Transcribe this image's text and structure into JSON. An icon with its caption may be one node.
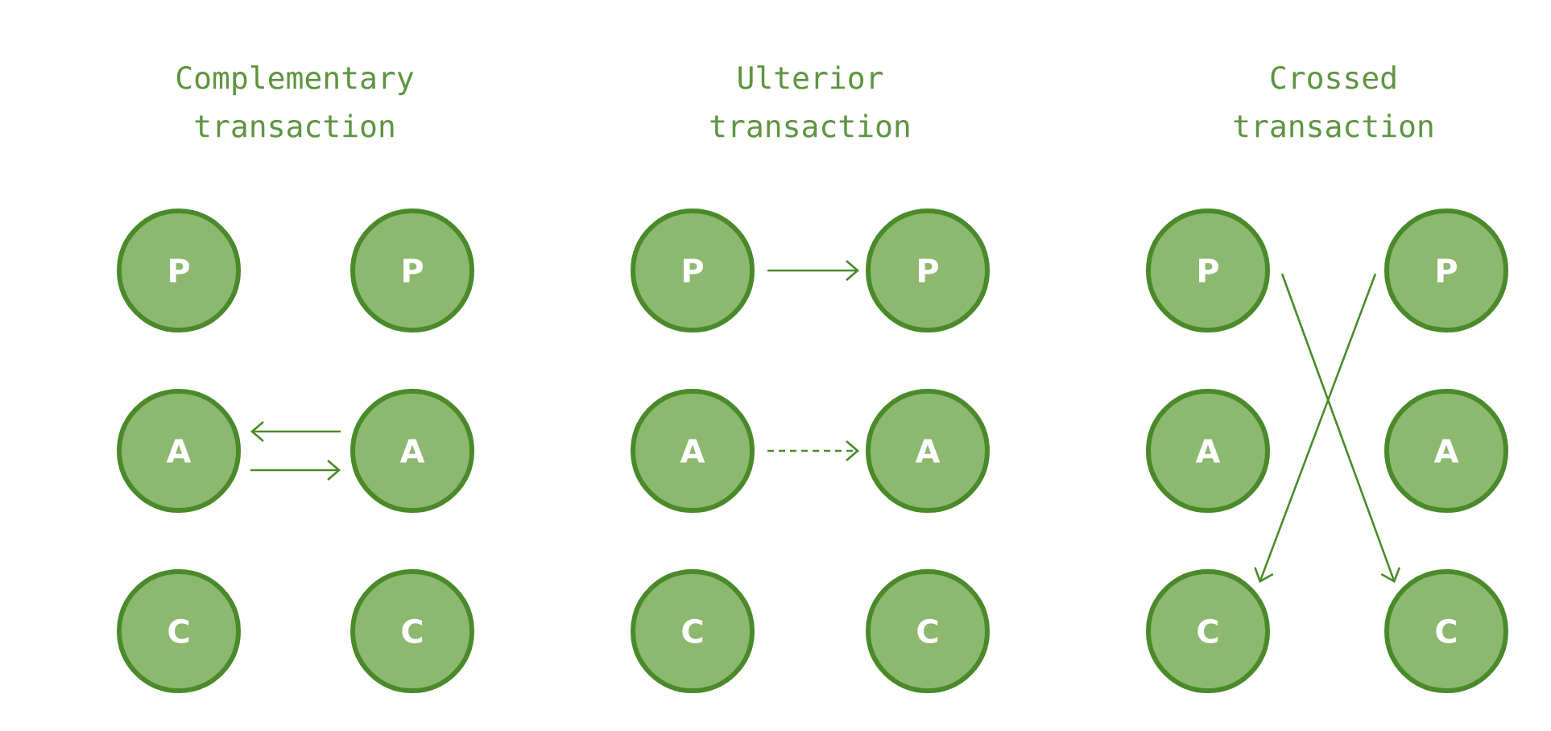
{
  "diagram": {
    "nodes": [
      {
        "text": [
          "P"
        ]
      },
      {
        "text": [
          "P"
        ]
      },
      {
        "text": [
          "A"
        ]
      },
      {
        "text": [
          "A"
        ]
      },
      {
        "text": [
          "C"
        ]
      },
      {
        "text": [
          "C"
        ]
      },
      {
        "text": [
          "P"
        ]
      },
      {
        "text": [
          "P"
        ]
      },
      {
        "text": [
          "A"
        ]
      },
      {
        "text": [
          "A"
        ]
      },
      {
        "text": [
          "C"
        ]
      },
      {
        "text": [
          "C"
        ]
      },
      {
        "text": [
          "P"
        ]
      },
      {
        "text": [
          "P"
        ]
      },
      {
        "text": [
          "A"
        ]
      },
      {
        "text": [
          "A"
        ]
      },
      {
        "text": [
          "C"
        ]
      },
      {
        "text": [
          "C"
        ]
      }
    ],
    "edges": [
      {
        "from": 3,
        "to": 2,
        "arrow": "to"
      },
      {
        "from": 2,
        "to": 3,
        "arrow": "to"
      },
      {
        "from": 6,
        "to": 7,
        "arrow": "to"
      },
      {
        "from": 8,
        "to": 9,
        "arrow": "to",
        "style": "dashed"
      },
      {
        "from": 12,
        "to": 17,
        "arrow": "to"
      },
      {
        "from": 13,
        "to": 16,
        "arrow": "to"
      }
    ],
    "labels": [
      "Complementary transaction",
      "Ulterior transaction",
      "Crossed transaction"
    ]
  }
}
